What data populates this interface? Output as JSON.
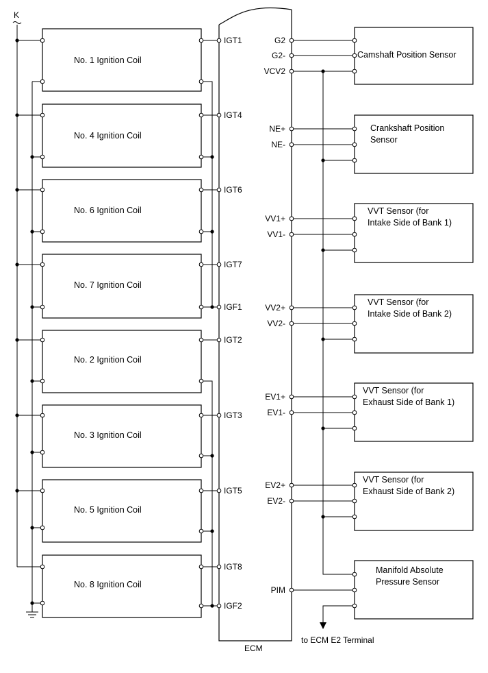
{
  "power_label": "K",
  "ecm": {
    "label": "ECM",
    "left_pins": [
      "IGT1",
      "IGT4",
      "IGT6",
      "IGT7",
      "IGF1",
      "IGT2",
      "IGT3",
      "IGT5",
      "IGT8",
      "IGF2"
    ],
    "right_pins": [
      "G2",
      "G2-",
      "VCV2",
      "NE+",
      "NE-",
      "VV1+",
      "VV1-",
      "VV2+",
      "VV2-",
      "EV1+",
      "EV1-",
      "EV2+",
      "EV2-",
      "PIM"
    ]
  },
  "coils": [
    "No. 1 Ignition Coil",
    "No. 4 Ignition Coil",
    "No. 6 Ignition Coil",
    "No. 7 Ignition Coil",
    "No. 2 Ignition Coil",
    "No. 3 Ignition Coil",
    "No. 5 Ignition Coil",
    "No. 8 Ignition Coil"
  ],
  "sensors": {
    "cam": [
      "Camshaft Position Sensor"
    ],
    "crank": [
      "Crankshaft Position",
      "Sensor"
    ],
    "vvt_in1": [
      "VVT Sensor (for",
      "Intake Side of Bank 1)"
    ],
    "vvt_in2": [
      "VVT Sensor (for",
      "Intake Side of Bank 2)"
    ],
    "vvt_ex1": [
      "VVT Sensor (for",
      "Exhaust Side of Bank 1)"
    ],
    "vvt_ex2": [
      "VVT Sensor (for",
      "Exhaust Side of Bank 2)"
    ],
    "map": [
      "Manifold Absolute",
      "Pressure Sensor"
    ]
  },
  "e2_note": "to ECM E2 Terminal"
}
